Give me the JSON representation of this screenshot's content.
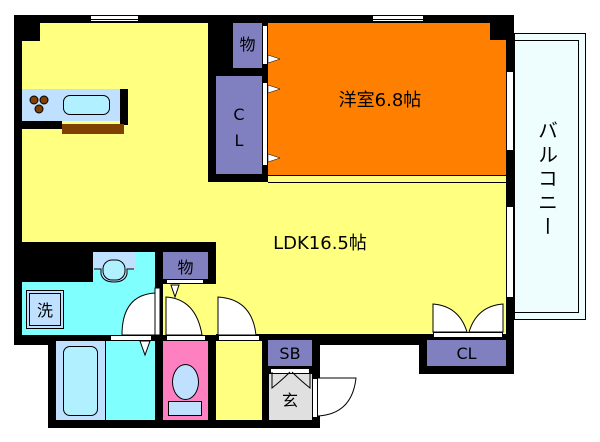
{
  "floorplan": {
    "rooms": {
      "ldk": {
        "label": "LDK16.5帖",
        "color": "#ffff80"
      },
      "western_room": {
        "label": "洋室6.8帖",
        "color": "#ff8000"
      },
      "balcony": {
        "label": "バルコニー",
        "color": "#eefefe"
      },
      "closet_upper": {
        "label": "C\nL",
        "label_c": "C",
        "label_l": "L",
        "color": "#8080c0"
      },
      "storage_upper": {
        "label": "物",
        "color": "#8080c0"
      },
      "storage_lower": {
        "label": "物",
        "color": "#8080c0"
      },
      "washer": {
        "label": "洗",
        "color": "#c0e0ff"
      },
      "shoe_box": {
        "label": "SB",
        "color": "#8080c0"
      },
      "entrance": {
        "label": "玄",
        "color": "#e0e0e0"
      },
      "closet_lower": {
        "label": "CL",
        "color": "#8080c0"
      },
      "washroom": {
        "label": "",
        "color": "#80ffff"
      },
      "bathroom": {
        "label": "",
        "color": "#80ffff"
      },
      "toilet_room": {
        "label": "",
        "color": "#ff80c0"
      },
      "hallway": {
        "label": "",
        "color": "#ffff80"
      }
    },
    "fixtures": {
      "kitchen_counter": {
        "color": "#c0e0ff",
        "burners": 3,
        "sink_color": "#b0f0ff"
      },
      "kitchen_shelf": {
        "color": "#804000"
      },
      "bathtub": {
        "color": "#b0f0ff"
      },
      "toilet": {
        "color": "#c0e0ff"
      },
      "wash_basin": {
        "color": "#c0e0ff"
      }
    },
    "colors": {
      "wall": "#000000",
      "background": "#ffffff"
    }
  }
}
